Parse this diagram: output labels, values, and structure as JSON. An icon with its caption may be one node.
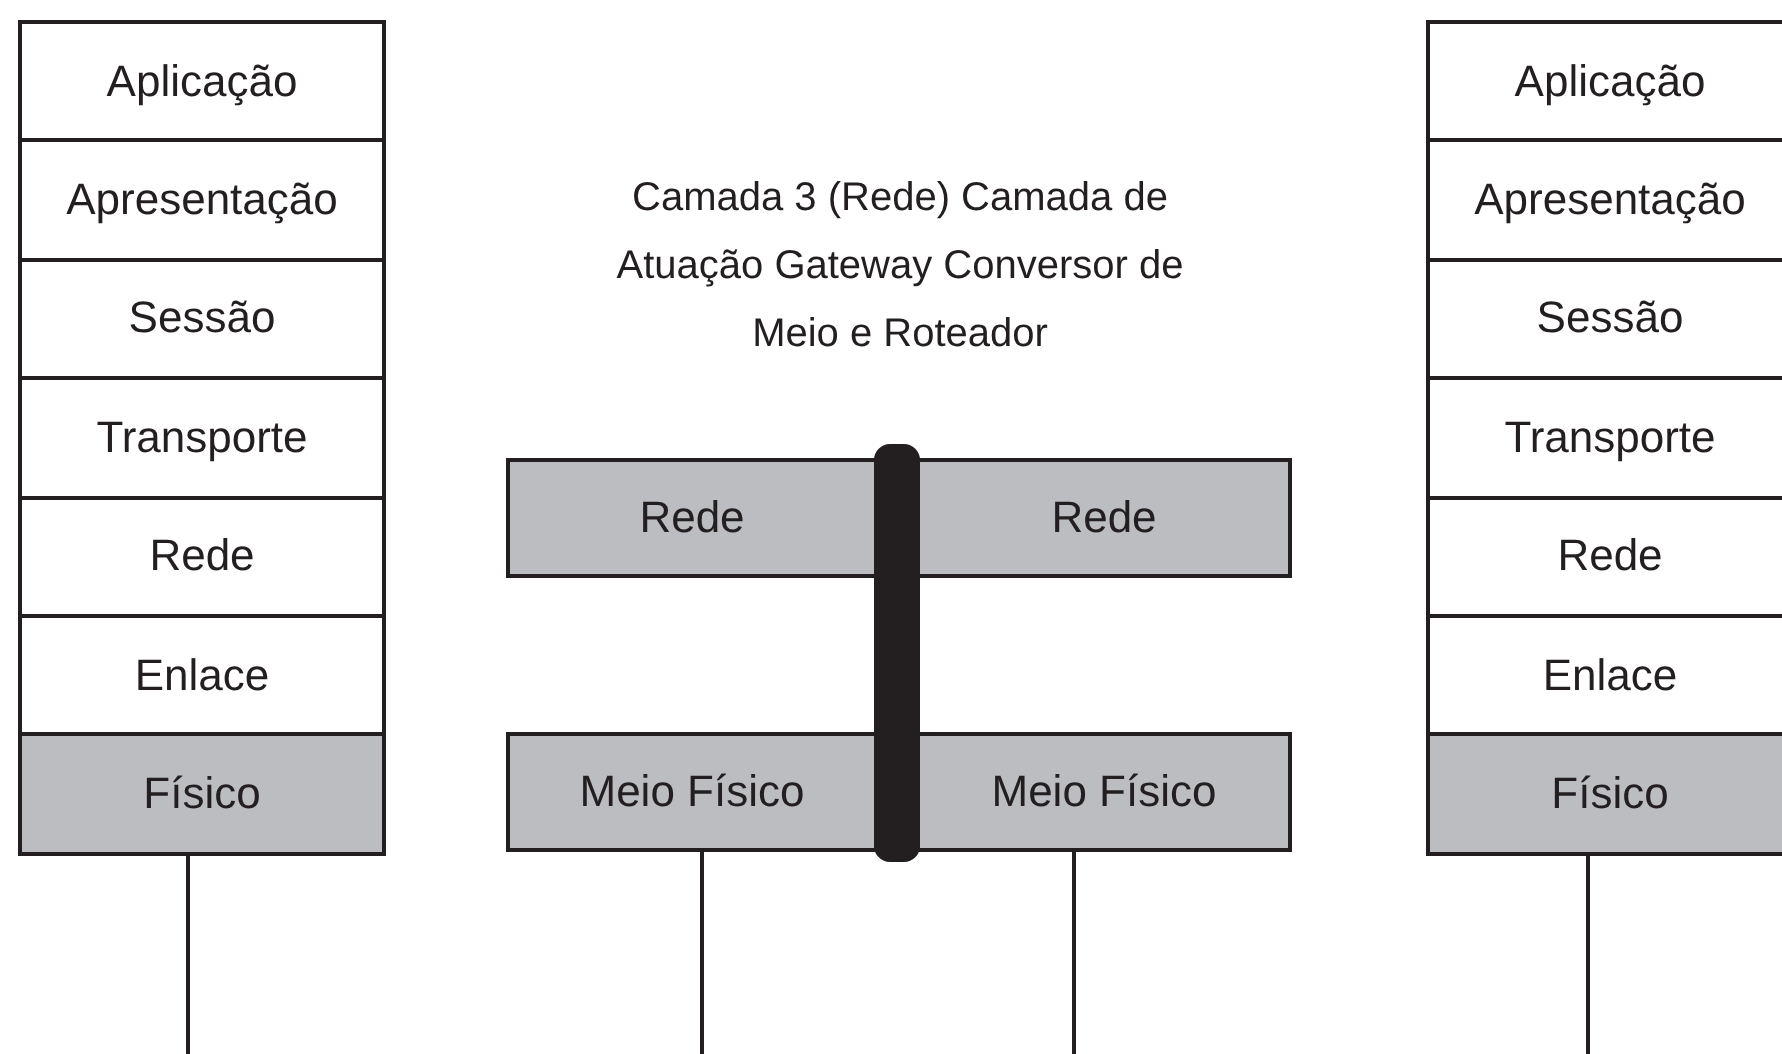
{
  "diagram": {
    "nodes": [
      {
        "text": [
          "Aplicação"
        ]
      },
      {
        "text": [
          "Apresentação"
        ]
      },
      {
        "text": [
          "Sessão"
        ]
      },
      {
        "text": [
          "Transporte"
        ]
      },
      {
        "text": [
          "Rede"
        ]
      },
      {
        "text": [
          "Enlace"
        ]
      },
      {
        "text": [
          "Físico"
        ]
      },
      {
        "text": [
          "Rede"
        ]
      },
      {
        "text": [
          "Rede"
        ]
      },
      {
        "text": [
          "Meio Físico"
        ]
      },
      {
        "text": [
          "Meio Físico"
        ]
      },
      {
        "text": [],
        "shape": "bar"
      },
      {
        "text": [
          "Aplicação"
        ]
      },
      {
        "text": [
          "Apresentação"
        ]
      },
      {
        "text": [
          "Sessão"
        ]
      },
      {
        "text": [
          "Transporte"
        ]
      },
      {
        "text": [
          "Rede"
        ]
      },
      {
        "text": [
          "Enlace"
        ]
      },
      {
        "text": [
          "Físico"
        ]
      }
    ],
    "edges": [
      {
        "from": 6,
        "to": null,
        "arrow": "none"
      },
      {
        "from": 9,
        "to": null,
        "arrow": "none"
      },
      {
        "from": 10,
        "to": null,
        "arrow": "none"
      },
      {
        "from": 18,
        "to": null,
        "arrow": "none"
      }
    ],
    "labels": [
      "Camada 3 (Rede) Camada de Atuação Gateway Conversor de Meio e Roteador"
    ]
  }
}
